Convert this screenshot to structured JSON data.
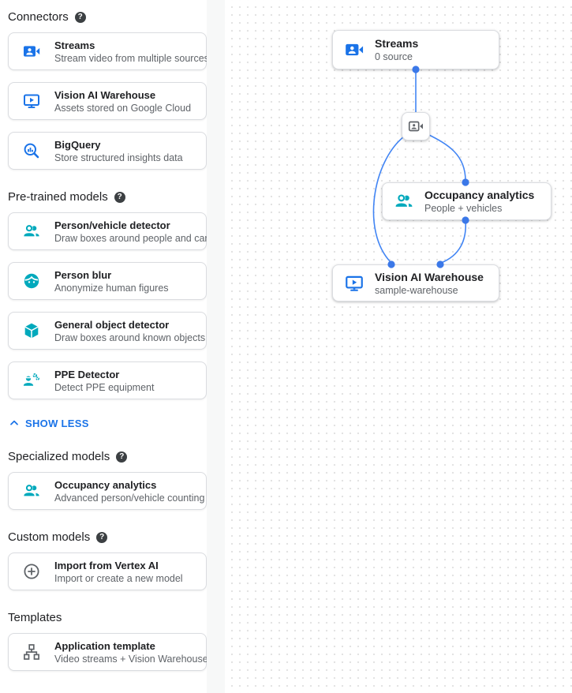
{
  "colors": {
    "accent_blue": "#1a73e8",
    "model_teal": "#00a9bc",
    "icon_gray": "#5f6368",
    "edge_blue": "#4285f4",
    "port_dot_blue": "#3b78e8"
  },
  "icons": {
    "help_glyph": "?"
  },
  "sidebar": {
    "sections": [
      {
        "title": "Connectors",
        "has_help": true,
        "items": [
          {
            "icon": "video-camera-front-icon",
            "title": "Streams",
            "subtitle": "Stream video from multiple sources"
          },
          {
            "icon": "warehouse-display-icon",
            "title": "Vision AI Warehouse",
            "subtitle": "Assets stored on Google Cloud"
          },
          {
            "icon": "bigquery-icon",
            "title": "BigQuery",
            "subtitle": "Store structured insights data"
          }
        ]
      },
      {
        "title": "Pre-trained models",
        "has_help": true,
        "items": [
          {
            "icon": "people-group-icon",
            "title": "Person/vehicle detector",
            "subtitle": "Draw boxes around people and cars"
          },
          {
            "icon": "person-blur-icon",
            "title": "Person blur",
            "subtitle": "Anonymize human figures"
          },
          {
            "icon": "object-cube-icon",
            "title": "General object detector",
            "subtitle": "Draw boxes around known objects"
          },
          {
            "icon": "ppe-engineering-icon",
            "title": "PPE Detector",
            "subtitle": "Detect PPE equipment"
          }
        ],
        "collapse_label": "SHOW LESS"
      },
      {
        "title": "Specialized models",
        "has_help": true,
        "items": [
          {
            "icon": "people-group-icon",
            "title": "Occupancy analytics",
            "subtitle": "Advanced person/vehicle counting"
          }
        ]
      },
      {
        "title": "Custom models",
        "has_help": true,
        "items": [
          {
            "icon": "add-circle-icon",
            "title": "Import from Vertex AI",
            "subtitle": "Import or create a new model"
          }
        ]
      },
      {
        "title": "Templates",
        "has_help": false,
        "items": [
          {
            "icon": "org-tree-icon",
            "title": "Application template",
            "subtitle": "Video streams + Vision Warehouse"
          }
        ]
      }
    ]
  },
  "canvas": {
    "nodes": {
      "streams": {
        "title": "Streams",
        "subtitle": "0 source"
      },
      "occupancy": {
        "title": "Occupancy analytics",
        "subtitle": "People + vehicles"
      },
      "warehouse": {
        "title": "Vision AI Warehouse",
        "subtitle": "sample-warehouse"
      }
    }
  }
}
